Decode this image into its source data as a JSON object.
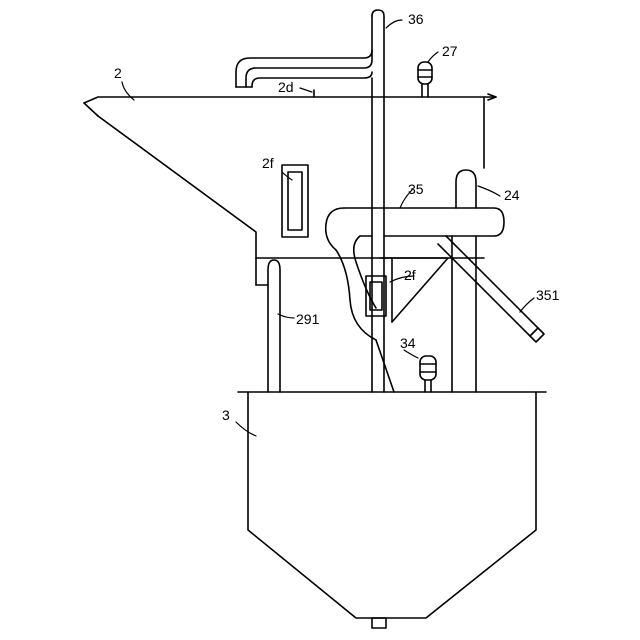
{
  "figure": {
    "labels": {
      "l36": "36",
      "l27": "27",
      "l2": "2",
      "l2d": "2d",
      "l2f_upper": "2f",
      "l35": "35",
      "l24": "24",
      "l2f_lower": "2f",
      "l351": "351",
      "l291": "291",
      "l34": "34",
      "l3": "3"
    },
    "colors": {
      "line": "#000000",
      "background": "#ffffff"
    }
  }
}
